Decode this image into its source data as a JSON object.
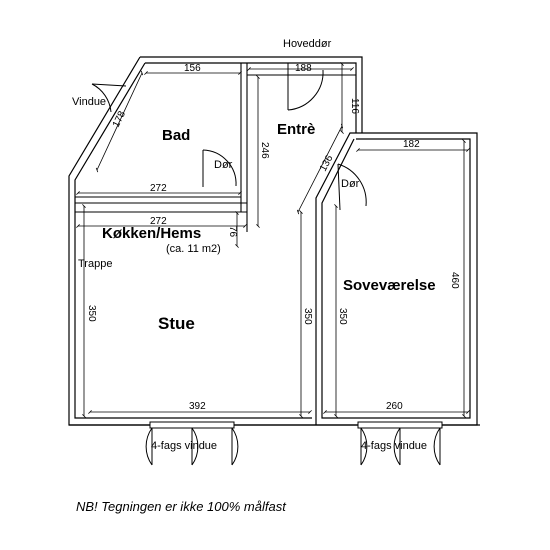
{
  "rooms": {
    "bad": "Bad",
    "entre": "Entrè",
    "kjokken": "Køkken/Hems",
    "kjokken_area": "(ca. 11 m2)",
    "stue": "Stue",
    "sovevaerelse": "Soveværelse"
  },
  "labels": {
    "hoveddor": "Hoveddør",
    "vindue": "Vindue",
    "dor_bad": "Dør",
    "dor_sove": "Dør",
    "trappe": "Trappe",
    "window_left": "4-fags vindue",
    "window_right": "4-fags vindue"
  },
  "dimensions": {
    "bad_top": "156",
    "bad_diag": "178",
    "bad_bottom": "272",
    "entre_top": "188",
    "entre_right": "116",
    "entre_height": "246",
    "entre_diag": "136",
    "kitchen_width": "272",
    "kitchen_depth": "76",
    "stue_height": "350",
    "stue_right": "350",
    "stue_width": "392",
    "sove_top": "182",
    "sove_height": "460",
    "sove_left": "350",
    "sove_width": "260"
  },
  "note": "NB! Tegningen er ikke 100% målfast"
}
